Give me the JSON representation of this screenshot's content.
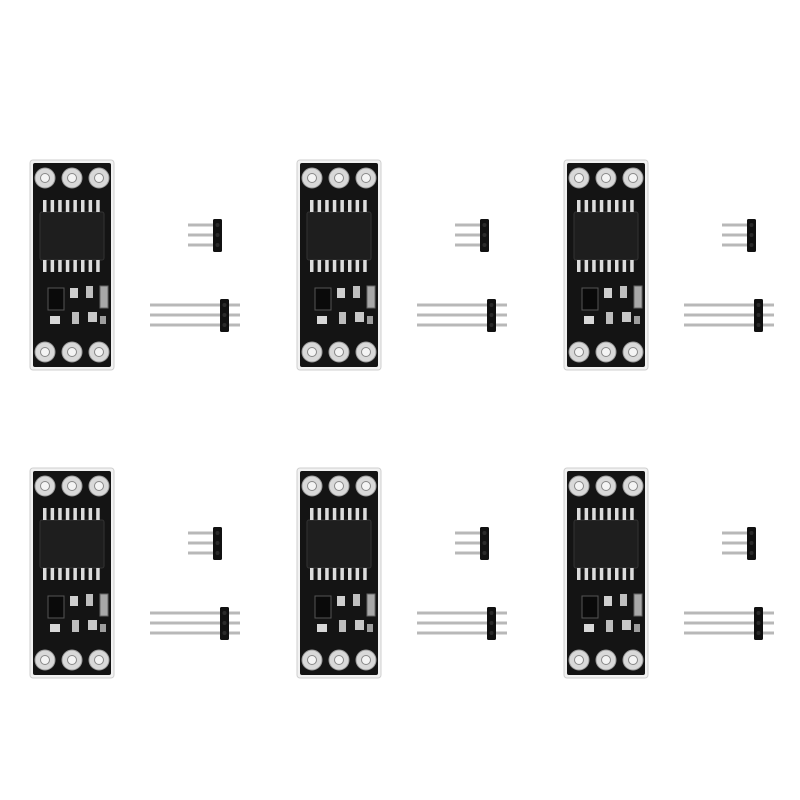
{
  "scene": {
    "description_kind": "product-photo",
    "background_color": "#ffffff",
    "grid": {
      "rows": 2,
      "columns": 3
    },
    "item": {
      "name": "mosfet-driver-module",
      "board_color": "#141414",
      "board_edge_color": "#f2f2f2",
      "pad_color": "#d9d9d9",
      "chip_color": "#1e1e1e",
      "chip_pin_color": "#dcdcdc",
      "header_pin_color": "#b8b8b8",
      "header_plastic_color": "#111111",
      "pads_per_side": 3,
      "chip_pins_per_side": 8,
      "included_headers": [
        {
          "name": "short-pin-header",
          "pins": 3
        },
        {
          "name": "long-pin-header",
          "pins": 3
        }
      ]
    }
  }
}
